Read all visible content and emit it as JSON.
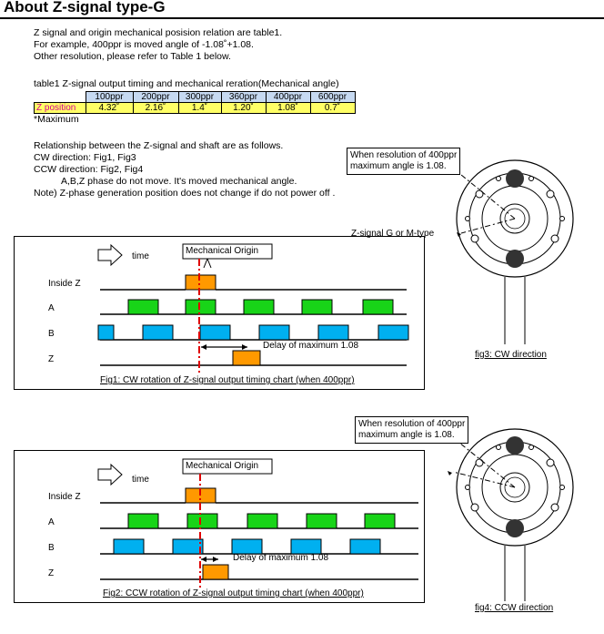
{
  "title": "About Z-signal type-G",
  "intro": [
    "Z signal and origin mechanical posision relation are table1.",
    "For example, 400ppr is moved angle of -1.08˚+1.08.",
    "Other resolution, please refer to Table 1 below."
  ],
  "table": {
    "caption": "table1  Z-signal output timing and mechanical reration(Mechanical angle)",
    "headers": [
      "100ppr",
      "200ppr",
      "300ppr",
      "360ppr",
      "400ppr",
      "600ppr"
    ],
    "row_label": "Z position",
    "values": [
      "4.32˚",
      "2.16˚",
      "1.4˚",
      "1.20˚",
      "1.08˚",
      "0.7˚"
    ],
    "note": "*Maximum"
  },
  "relationship": [
    "Relationship between the Z-signal and shaft are as follows.",
    "CW direction: Fig1, Fig3",
    "CCW direction: Fig2, Fig4",
    "A,B,Z phase do not move. It's moved mechanical angle.",
    "Note)  Z-phase generation position does not change if do not power off ."
  ],
  "fig1": {
    "time_label": "time",
    "origin_label": "Mechanical Origin",
    "signals": [
      "Inside Z",
      "A",
      "B",
      "Z"
    ],
    "delay_label": "Delay of maximum 1.08",
    "caption": "Fig1: CW rotation of Z-signal output timing chart (when 400ppr)"
  },
  "fig2": {
    "time_label": "time",
    "origin_label": "Mechanical Origin",
    "signals": [
      "Inside Z",
      "A",
      "B",
      "Z"
    ],
    "delay_label": "Delay of maximum 1.08",
    "caption": "Fig2: CCW rotation of Z-signal output timing chart (when 400ppr)"
  },
  "fig3": {
    "note_lines": [
      "When resolution of 400ppr",
      "maximum angle is 1.08."
    ],
    "type_label": "Z-signal G or M-type",
    "caption": "fig3: CW  direction"
  },
  "fig4": {
    "note_lines": [
      "When resolution of 400ppr",
      "maximum angle is 1.08."
    ],
    "caption": "fig4: CCW direction"
  },
  "colors": {
    "green": "#18d418",
    "cyan": "#00b0f0",
    "orange": "#ff9900",
    "red": "#e00000",
    "header_blue": "#c6d9f1",
    "highlight_yellow": "#ffff66",
    "label_pink": "#d60093"
  }
}
